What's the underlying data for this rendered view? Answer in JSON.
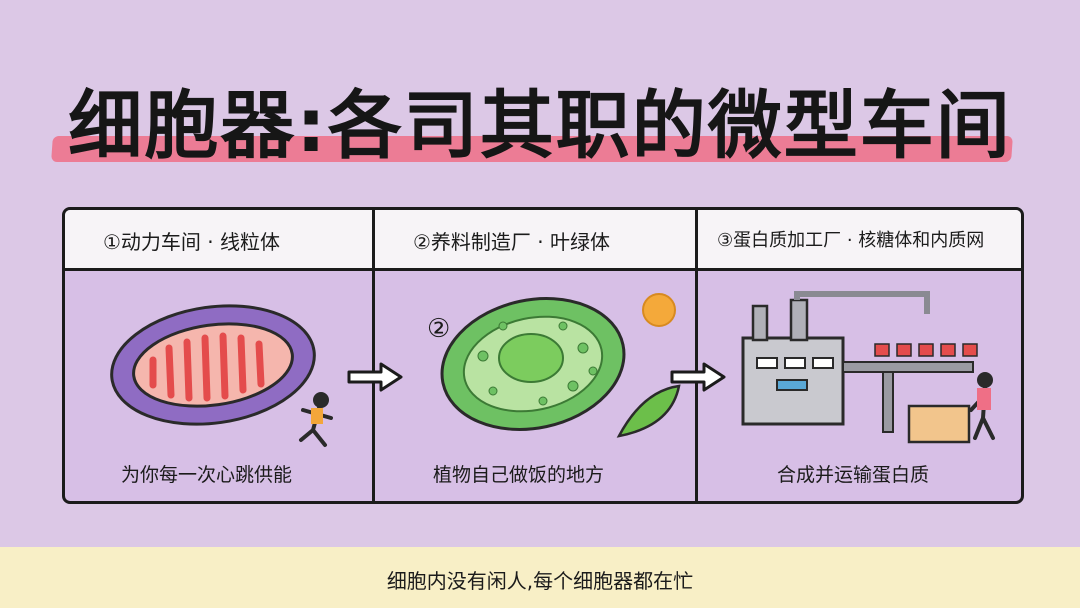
{
  "title": "细胞器:各司其职的微型车间",
  "columns": [
    {
      "heading": "①动力车间 · 线粒体",
      "caption": "为你每一次心跳供能",
      "icon": "mitochondrion-icon"
    },
    {
      "heading": "②养料制造厂 · 叶绿体",
      "badge": "②",
      "caption": "植物自己做饭的地方",
      "icon": "chloroplast-icon"
    },
    {
      "heading": "③蛋白质加工厂 · 核糖体和内质网",
      "caption": "合成并运输蛋白质",
      "icon": "factory-icon"
    }
  ],
  "footer": "细胞内没有闲人,每个细胞器都在忙",
  "colors": {
    "background": "#dcc8e6",
    "title_highlight": "#ef6f86",
    "footer_bg": "#f8efc6"
  }
}
